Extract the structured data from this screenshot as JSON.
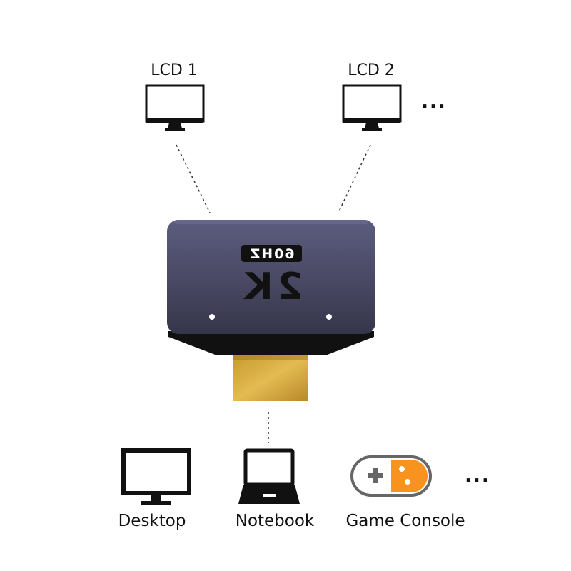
{
  "top": {
    "monitors": [
      {
        "label": "LCD 1",
        "icon": "monitor-icon"
      },
      {
        "label": "LCD 2",
        "icon": "monitor-icon"
      }
    ],
    "more": "..."
  },
  "adapter": {
    "resolution": "2K",
    "refresh": "60HZ",
    "body_color": "#4a4a66",
    "connector_color": "#d4a83a"
  },
  "bottom": {
    "devices": [
      {
        "label": "Desktop",
        "icon": "desktop-monitor-icon"
      },
      {
        "label": "Notebook",
        "icon": "laptop-icon"
      },
      {
        "label": "Game Console",
        "icon": "game-controller-icon"
      }
    ],
    "more": "...",
    "controller_accent": "#f7931e"
  }
}
